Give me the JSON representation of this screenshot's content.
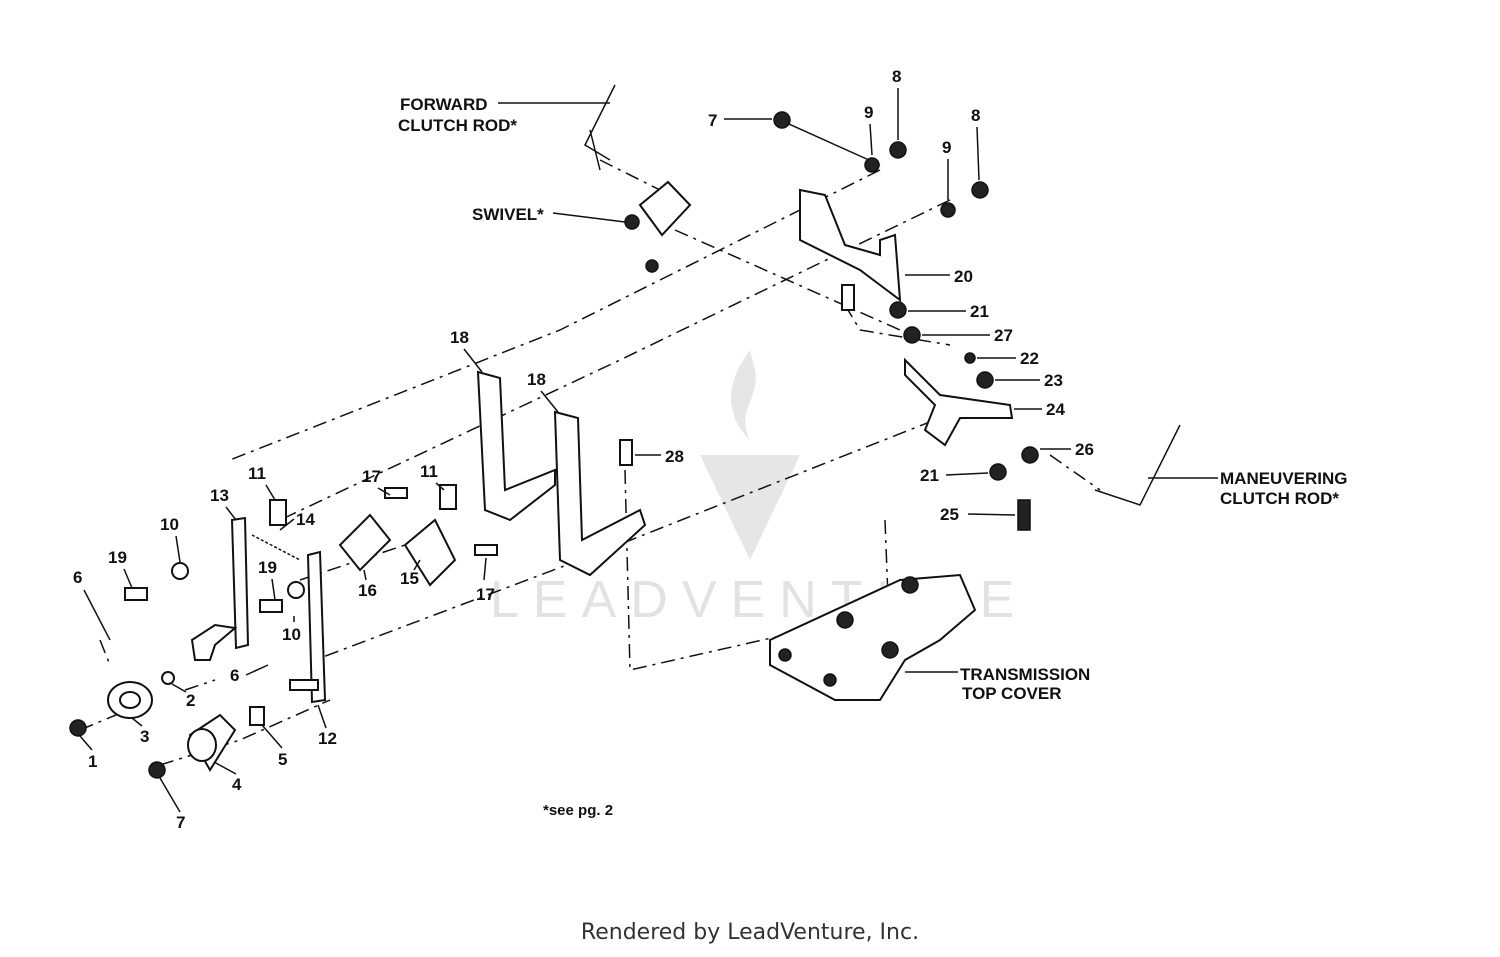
{
  "watermark": {
    "text": "LEADVENTURE"
  },
  "labels": {
    "forward_line1": "FORWARD",
    "forward_line2": "CLUTCH ROD*",
    "swivel": "SWIVEL*",
    "maneuvering_line1": "MANEUVERING",
    "maneuvering_line2": "CLUTCH ROD*",
    "transmission_line1": "TRANSMISSION",
    "transmission_line2": "TOP COVER",
    "note": "*see pg. 2"
  },
  "callouts": {
    "c1": "1",
    "c2": "2",
    "c3": "3",
    "c4": "4",
    "c5": "5",
    "c6a": "6",
    "c6b": "6",
    "c7a": "7",
    "c7b": "7",
    "c8a": "8",
    "c8b": "8",
    "c9a": "9",
    "c9b": "9",
    "c10a": "10",
    "c10b": "10",
    "c11a": "11",
    "c11b": "11",
    "c12": "12",
    "c13": "13",
    "c14": "14",
    "c15": "15",
    "c16": "16",
    "c17a": "17",
    "c17b": "17",
    "c18a": "18",
    "c18b": "18",
    "c19a": "19",
    "c19b": "19",
    "c20": "20",
    "c21a": "21",
    "c21b": "21",
    "c22": "22",
    "c23": "23",
    "c24": "24",
    "c25": "25",
    "c26": "26",
    "c27": "27",
    "c28": "28"
  },
  "footer": {
    "text": "Rendered by LeadVenture, Inc."
  }
}
